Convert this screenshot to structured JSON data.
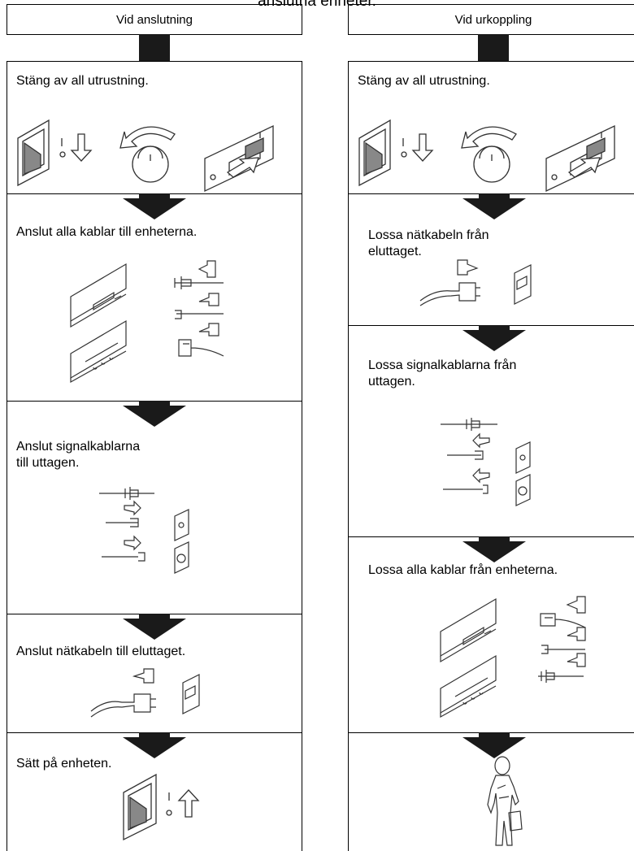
{
  "top_text": "anslutna enheter.",
  "left": {
    "header": "Vid anslutning",
    "steps": [
      "Stäng av all utrustning.",
      "Anslut alla kablar till enheterna.",
      "Anslut signalkablarna\ntill uttagen.",
      "Anslut nätkabeln till eluttaget.",
      "Sätt på enheten."
    ]
  },
  "right": {
    "header": "Vid urkoppling",
    "steps": [
      "Stäng av all utrustning.",
      "Lossa nätkabeln från\neluttaget.",
      "Lossa signalkablarna från\nuttagen.",
      "Lossa alla kablar från enheterna."
    ]
  }
}
